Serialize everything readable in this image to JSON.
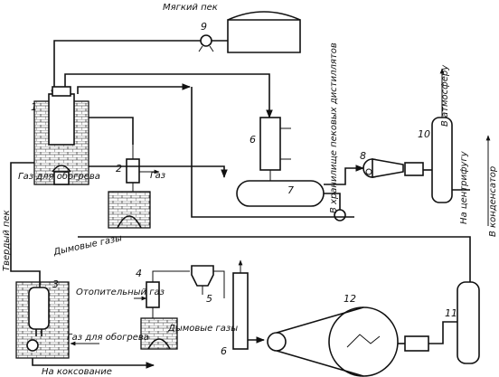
{
  "labels": {
    "soft_pitch": "Мягкий пек",
    "gas": "Газ",
    "heating_gas_1": "Газ для обогрева",
    "flue_gases_1": "Дымовые газы",
    "solid_pitch": "Твердый пек",
    "heating_gas_fuel": "Отопительный газ",
    "flue_gases_2": "Дымовые газы",
    "heating_gas_2": "Газ для обогрева",
    "to_coking": "На коксование",
    "distillate_storage": "В хранилище пековых дистиллятов",
    "to_atmosphere": "В атмосферу",
    "to_centrifuge": "На центрифугу",
    "to_condenser": "В конденсатор"
  },
  "numbers": [
    "1",
    "2",
    "3",
    "4",
    "5",
    "6",
    "6",
    "7",
    "8",
    "9",
    "10",
    "11",
    "12"
  ]
}
